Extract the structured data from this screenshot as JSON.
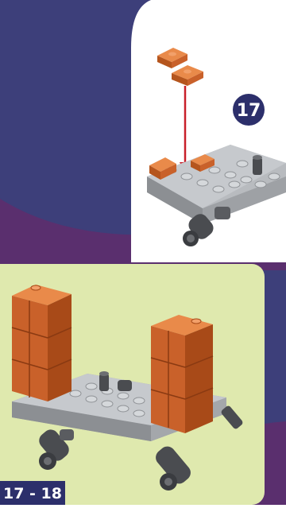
{
  "colors": {
    "navy_background": "#3d3f7a",
    "purple_band": "#5a2f6e",
    "step_panel": "#ffffff",
    "range_panel": "#dfe9ae",
    "brick_orange": "#d96a2b",
    "brick_dark": "#a84a18",
    "plate_gray": "#a9acb0",
    "axle_dark": "#4a4c50",
    "arrow_red": "#c8202a",
    "badge_navy": "#2c2f6b"
  },
  "step": {
    "number": "17",
    "icon": "number-badge"
  },
  "range_label": {
    "text": "17 - 18"
  },
  "illustrations": {
    "step_17": "orange-plates-onto-gray-base",
    "step_18": "two-orange-brick-towers-on-base"
  }
}
